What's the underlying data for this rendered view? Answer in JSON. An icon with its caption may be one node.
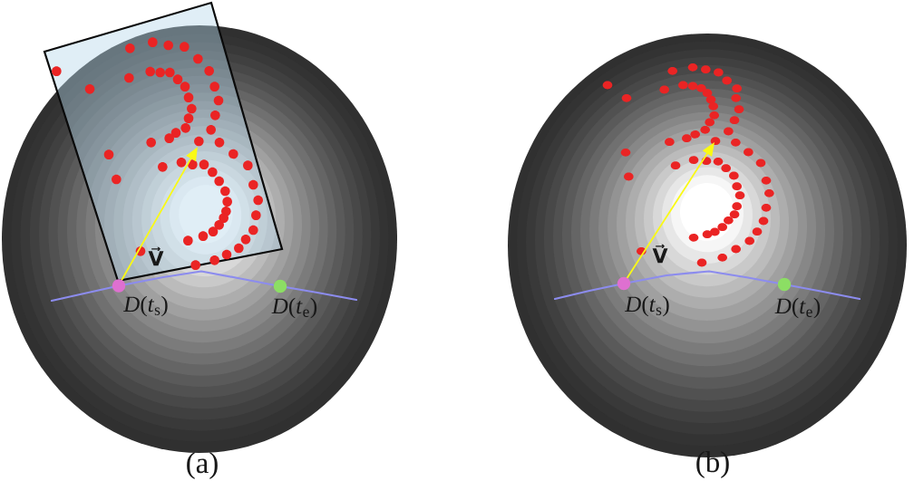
{
  "diagram": {
    "labels": [
      "V⃗",
      "*D*(*t*$_{s}$)",
      "*D*(*t*$_{e}$)",
      "(a)",
      "V⃗",
      "*D*(*t*$_{s}$)",
      "*D*(*t*$_{e}$)",
      "(b)"
    ]
  }
}
